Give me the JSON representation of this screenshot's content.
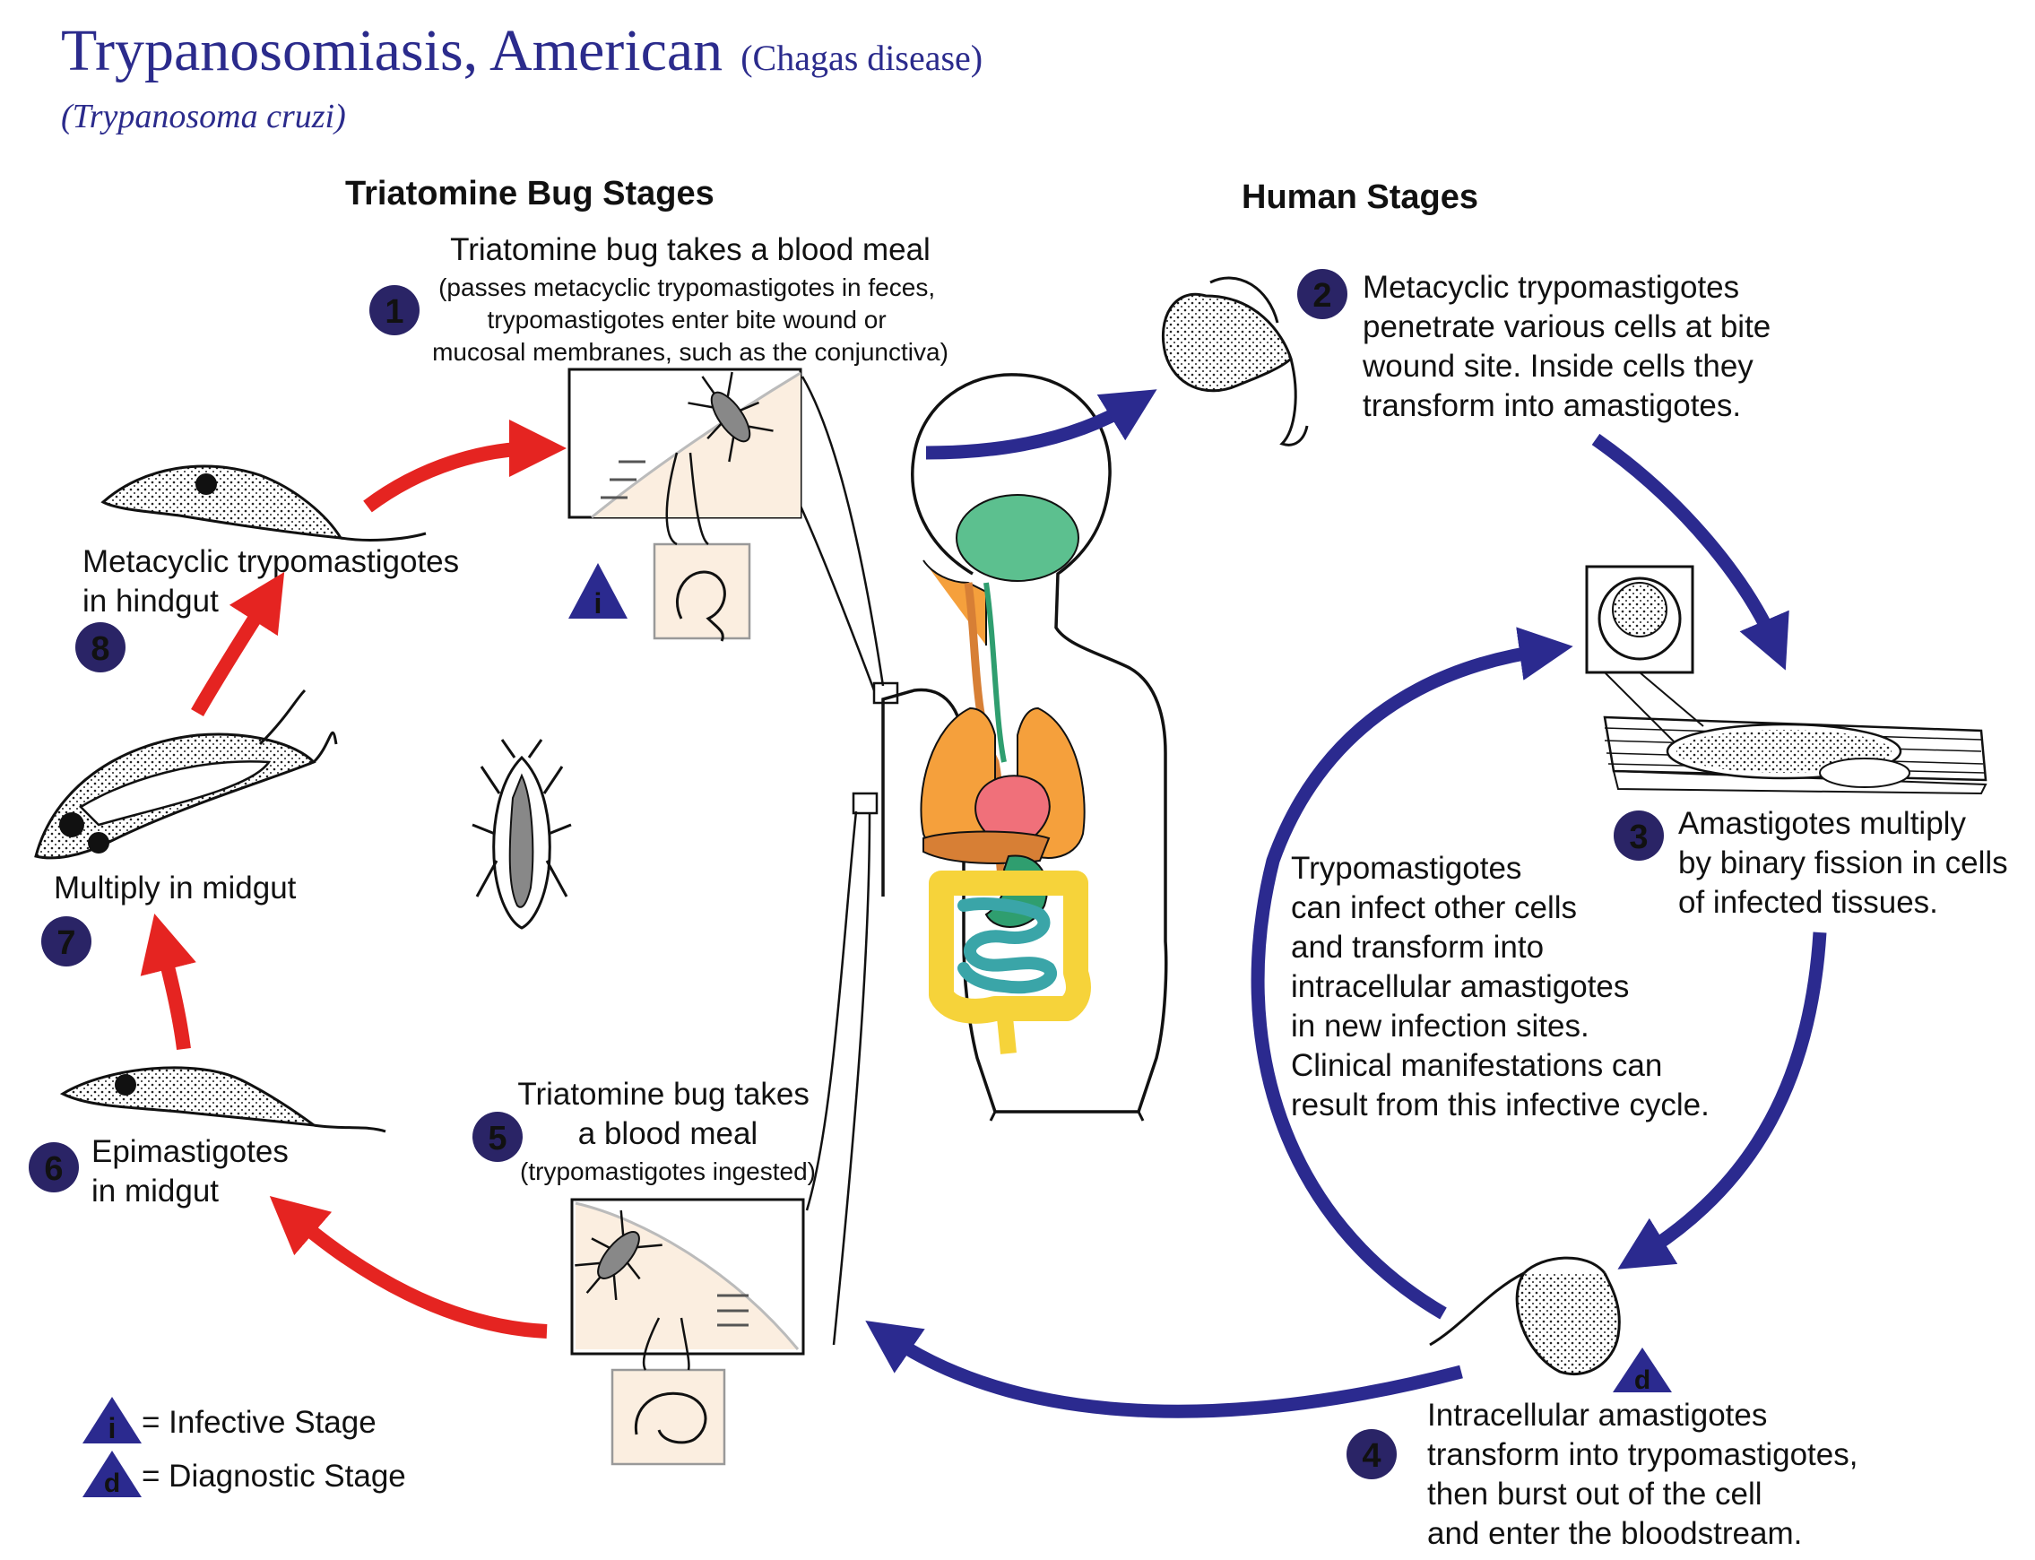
{
  "header": {
    "title": "Trypanosomiasis, American",
    "title_suffix": "(Chagas disease)",
    "subtitle": "(Trypanosoma cruzi)"
  },
  "sections": {
    "bug_stages": "Triatomine Bug Stages",
    "human_stages": "Human Stages"
  },
  "steps": [
    {
      "num": "1",
      "lines": [
        "Triatomine bug takes a blood meal"
      ],
      "sublines": [
        "(passes metacyclic trypomastigotes in feces,",
        "trypomastigotes enter bite wound or",
        "mucosal membranes, such as the conjunctiva)"
      ]
    },
    {
      "num": "2",
      "lines": [
        "Metacyclic trypomastigotes",
        "penetrate various cells at bite",
        "wound site.  Inside cells they",
        "transform into amastigotes."
      ]
    },
    {
      "num": "3",
      "lines": [
        "Amastigotes multiply",
        "by binary fission in cells",
        "of infected tissues."
      ]
    },
    {
      "num": "4",
      "lines": [
        "Intracellular amastigotes",
        "transform into trypomastigotes,",
        "then burst out of the cell",
        "and enter the bloodstream."
      ]
    },
    {
      "num": "5",
      "lines": [
        "Triatomine bug takes",
        "a blood meal"
      ],
      "sublines": [
        "(trypomastigotes ingested)"
      ]
    },
    {
      "num": "6",
      "lines": [
        "Epimastigotes",
        "in midgut"
      ]
    },
    {
      "num": "7",
      "lines": [
        "Multiply in midgut"
      ]
    },
    {
      "num": "8",
      "lines": [
        "Metacyclic trypomastigotes",
        "in hindgut"
      ]
    }
  ],
  "cycle_note": [
    "Trypomastigotes",
    "can infect other cells",
    "and transform into",
    "intracellular amastigotes",
    "in new infection sites.",
    "Clinical manifestations can",
    "result from this infective cycle."
  ],
  "stage_markers": {
    "infective_letter": "i",
    "diagnostic_letter": "d"
  },
  "legend": [
    {
      "letter": "i",
      "label": "= Infective Stage"
    },
    {
      "letter": "d",
      "label": "= Diagnostic Stage"
    }
  ],
  "colors": {
    "title": "#2b2b8c",
    "badge": "#2a2466",
    "bug_arrow": "#e52421",
    "human_arrow": "#2b2a8f",
    "brain": "#5cc08f",
    "lungs": "#f5a03c",
    "heart": "#f0707a",
    "intestine": "#f6d33a",
    "small_intestine": "#3aa5a8",
    "stomach": "#2f9e6f",
    "liver": "#d77f35",
    "skin": "#fbeee0"
  }
}
